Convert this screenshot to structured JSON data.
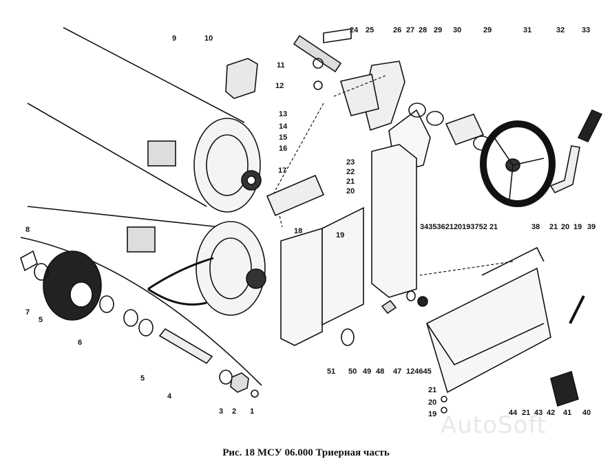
{
  "figure": {
    "caption": "Рис. 18   МСУ 06.000 Триерная часть",
    "watermark": "AutoSoft"
  },
  "callouts": {
    "c1": "1",
    "c2": "2",
    "c3": "3",
    "c4": "4",
    "c5a": "5",
    "c5b": "5",
    "c6": "6",
    "c7": "7",
    "c8": "8",
    "c9": "9",
    "c10": "10",
    "c11": "11",
    "c12": "12",
    "c13": "13",
    "c14": "14",
    "c15": "15",
    "c16": "16",
    "c17": "17",
    "c18": "18",
    "c19a": "19",
    "c20a": "20",
    "c21a": "21",
    "c22": "22",
    "c23": "23",
    "c24": "24",
    "c25": "25",
    "c26": "26",
    "c27": "27",
    "c28": "28",
    "c29a": "29",
    "c30": "30",
    "c29b": "29",
    "c31": "31",
    "c32": "32",
    "c33": "33",
    "row_mid": "3435362120193752 21",
    "c38": "38",
    "c21b": "21",
    "c20b": "20",
    "c19b": "19",
    "c39": "39",
    "c51": "51",
    "c50": "50",
    "c49": "49",
    "c48": "48",
    "c47": "47",
    "row_low": "124645",
    "c21c": "21",
    "c20c": "20",
    "c19c": "19",
    "c44": "44",
    "c21d": "21",
    "c43": "43",
    "c42": "42",
    "c41": "41",
    "c40": "40"
  }
}
